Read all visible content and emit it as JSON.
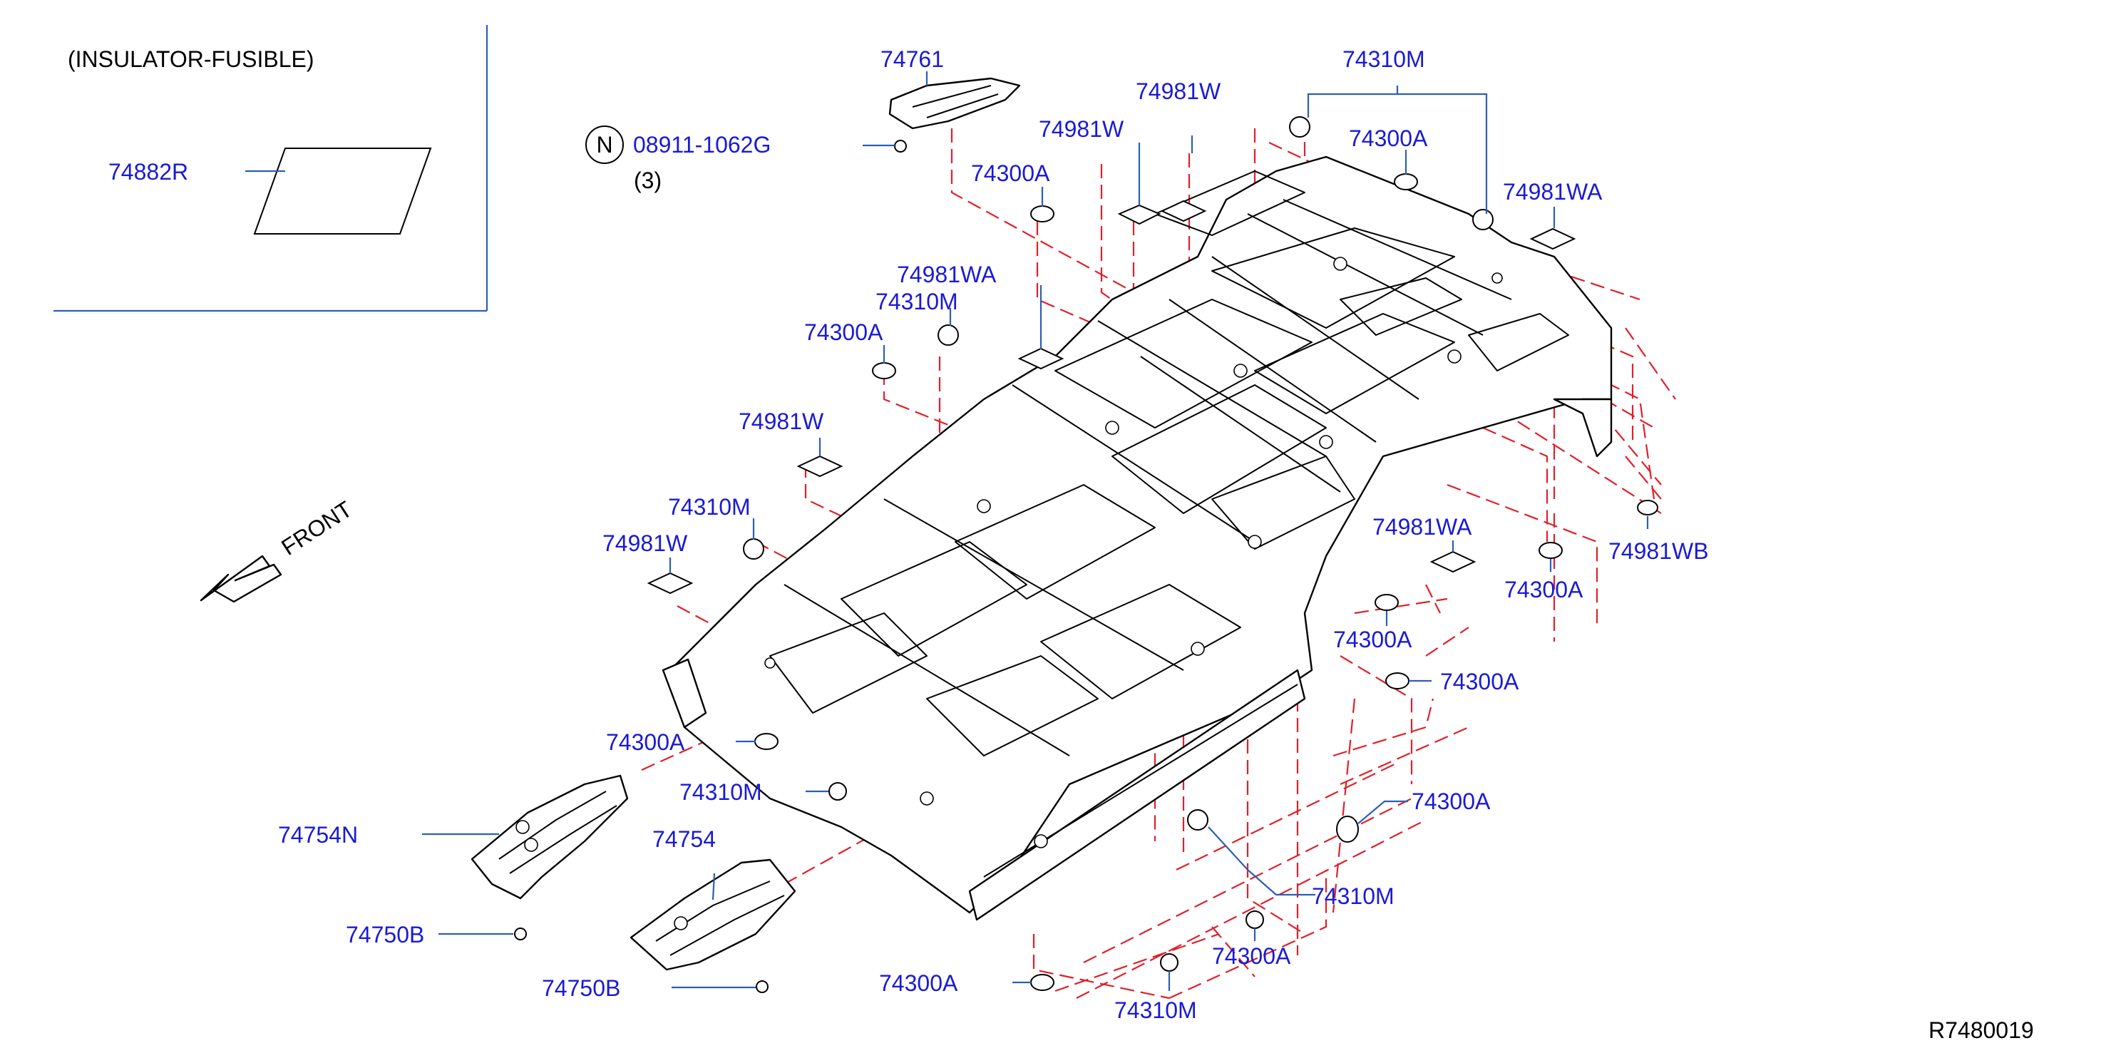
{
  "diagram": {
    "inset_title": "(INSULATOR-FUSIBLE)",
    "front_label": "FRONT",
    "ref_code": "R7480019",
    "note_symbol": "N",
    "note_part": "08911-1062G",
    "note_qty": "(3)",
    "colors": {
      "label": "#1a1ad6",
      "leader": "#2b5fb5",
      "dash": "#e0202a",
      "line": "#000000"
    },
    "callouts": [
      "74882R",
      "74761",
      "74310M",
      "74981W",
      "74981W",
      "74300A",
      "74981WA",
      "74300A",
      "74981WA",
      "74310M",
      "74300A",
      "74981W",
      "74310M",
      "74981W",
      "74981WA",
      "74981WB",
      "74300A",
      "74300A",
      "74300A",
      "74300A",
      "74310M",
      "74754N",
      "74754",
      "74750B",
      "74300A",
      "74310M",
      "74300A",
      "74750B",
      "74300A",
      "74310M"
    ]
  }
}
